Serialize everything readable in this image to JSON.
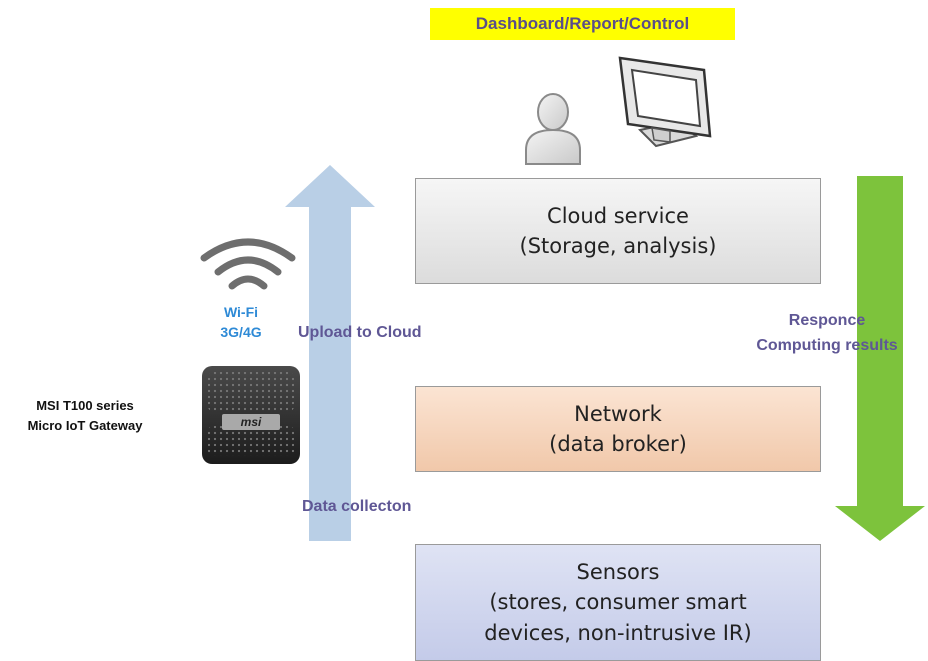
{
  "header_label": "Dashboard/Report/Control",
  "cloud": {
    "line1": "Cloud service",
    "line2": "(Storage, analysis)"
  },
  "network": {
    "line1": "Network",
    "line2": "(data broker)"
  },
  "sensors": {
    "line1": "Sensors",
    "line2": "(stores, consumer smart",
    "line3": "devices, non-intrusive IR)"
  },
  "arrows": {
    "upload_label": "Upload to Cloud",
    "data_label": "Data collecton",
    "response_line1": "Responce",
    "response_line2": "Computing results"
  },
  "wireless": {
    "line1": "Wi-Fi",
    "line2": "3G/4G"
  },
  "gateway": {
    "line1": "MSI T100 series",
    "line2": "Micro IoT Gateway",
    "logo_text": "msi"
  },
  "colors": {
    "header_bg": "#ffff00",
    "label_text": "#5f5795",
    "wifi_text": "#2e8ad6",
    "upload_arrow": "#b9cfe6",
    "response_arrow": "#7dc33c",
    "cloud_box": "#e6e6e6",
    "network_box": "#f6d5bd",
    "sensors_box": "#d0d6ee"
  }
}
